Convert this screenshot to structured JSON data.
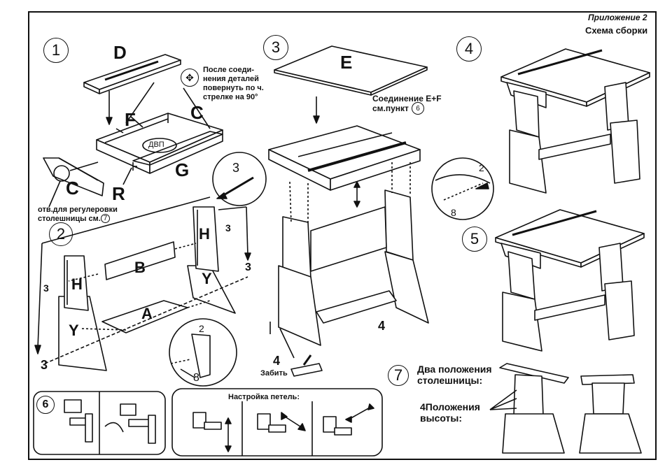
{
  "header": {
    "appendix": "Приложение 2",
    "title": "Схема сборки"
  },
  "steps": {
    "s1": "1",
    "s2": "2",
    "s3": "3",
    "s4": "4",
    "s5": "5",
    "s6": "6",
    "s7": "7"
  },
  "parts": {
    "D": "D",
    "E": "E",
    "F": "F",
    "C": "C",
    "G": "G",
    "R": "R",
    "C2": "C",
    "H1": "H",
    "H2": "H",
    "B": "B",
    "A": "A",
    "Y1": "Y",
    "Y2": "Y"
  },
  "materials": {
    "dvp": "ДВП"
  },
  "notes": {
    "rotate": [
      "После соеди-",
      "нения деталей",
      "повернуть по ч.",
      "стрелке на 90°"
    ],
    "adjust_holes": [
      "отв.для регулеровки",
      "столешницы см."
    ],
    "adjust_ref": "7",
    "connection": [
      "Соединение E+F",
      "см.пункт"
    ],
    "connection_ref": "6",
    "hammer": "Забить",
    "hinge_setup": "Настройка петель:",
    "top_positions": [
      "Два положения",
      "столешницы:"
    ],
    "height_positions": [
      "4Положения",
      "высоты:"
    ]
  },
  "callouts": {
    "c3a": "3",
    "c3b": "3",
    "c3c": "3",
    "c3d": "3",
    "c3e": "3",
    "c4a": "4",
    "c4b": "4",
    "c2a": "2",
    "c2b": "2",
    "c8a": "8",
    "c8b": "8"
  }
}
